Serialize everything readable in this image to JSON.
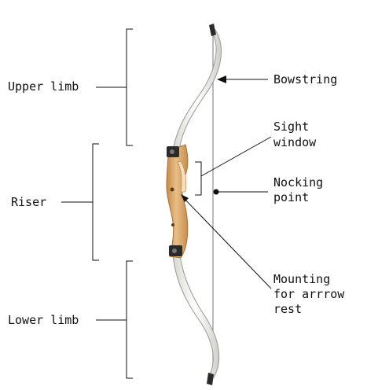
{
  "labels": {
    "upper_limb": "Upper limb",
    "riser": "Riser",
    "lower_limb": "Lower limb",
    "bowstring": "Bowstring",
    "sight_window_line1": "Sight",
    "sight_window_line2": "window",
    "nocking_point_line1": "Nocking",
    "nocking_point_line2": "point",
    "mounting_line1": "Mounting",
    "mounting_line2": "for arrrow",
    "mounting_line3": "rest"
  },
  "colors": {
    "line": "#111111",
    "limb_fill": "#f2f2ee",
    "limb_edge": "#9a9a94",
    "wood_light": "#e3b57a",
    "wood_dark": "#c58a4a",
    "hardware": "#2a2a2a",
    "string": "#8c8c8c"
  }
}
